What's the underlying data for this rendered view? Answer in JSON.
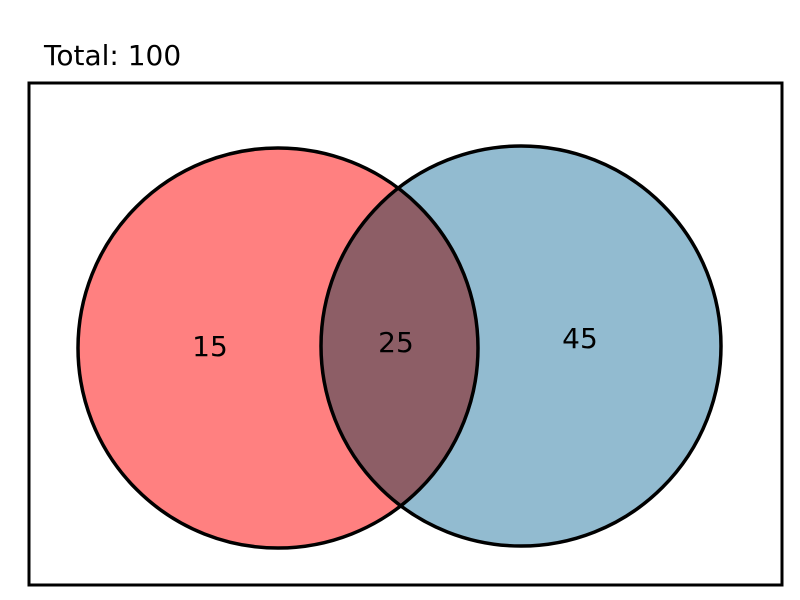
{
  "total": {
    "label": "Total: 100"
  },
  "sets": {
    "left": {
      "only_value": "15",
      "color": "#ff8080"
    },
    "right": {
      "only_value": "45",
      "color": "#92bbd0"
    },
    "overlap": {
      "value": "25",
      "color": "#8d5e66"
    }
  },
  "border_color": "#000000"
}
